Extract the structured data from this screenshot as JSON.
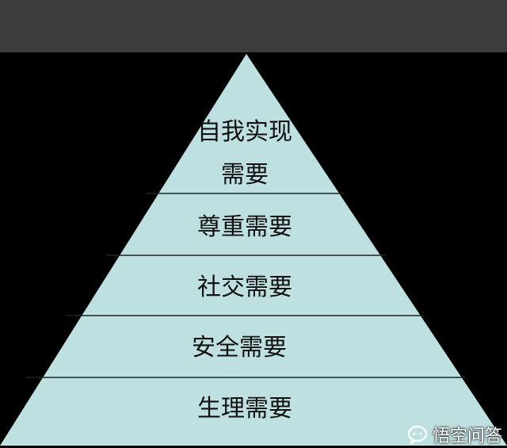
{
  "diagram": {
    "colors": {
      "background": "#000000",
      "top_bar": "#3c3c3c",
      "pyramid_fill": "#bfe0e0",
      "divider": "#222222",
      "text": "#111111"
    },
    "levels": [
      {
        "line1": "自我实现",
        "line2": "需要"
      },
      {
        "line1": "尊重需要"
      },
      {
        "line1": "社交需要"
      },
      {
        "line1": "安全需要"
      },
      {
        "line1": "生理需要"
      }
    ]
  },
  "watermark": {
    "icon": "chat-bubble-logo-icon",
    "text": "悟空问答"
  }
}
